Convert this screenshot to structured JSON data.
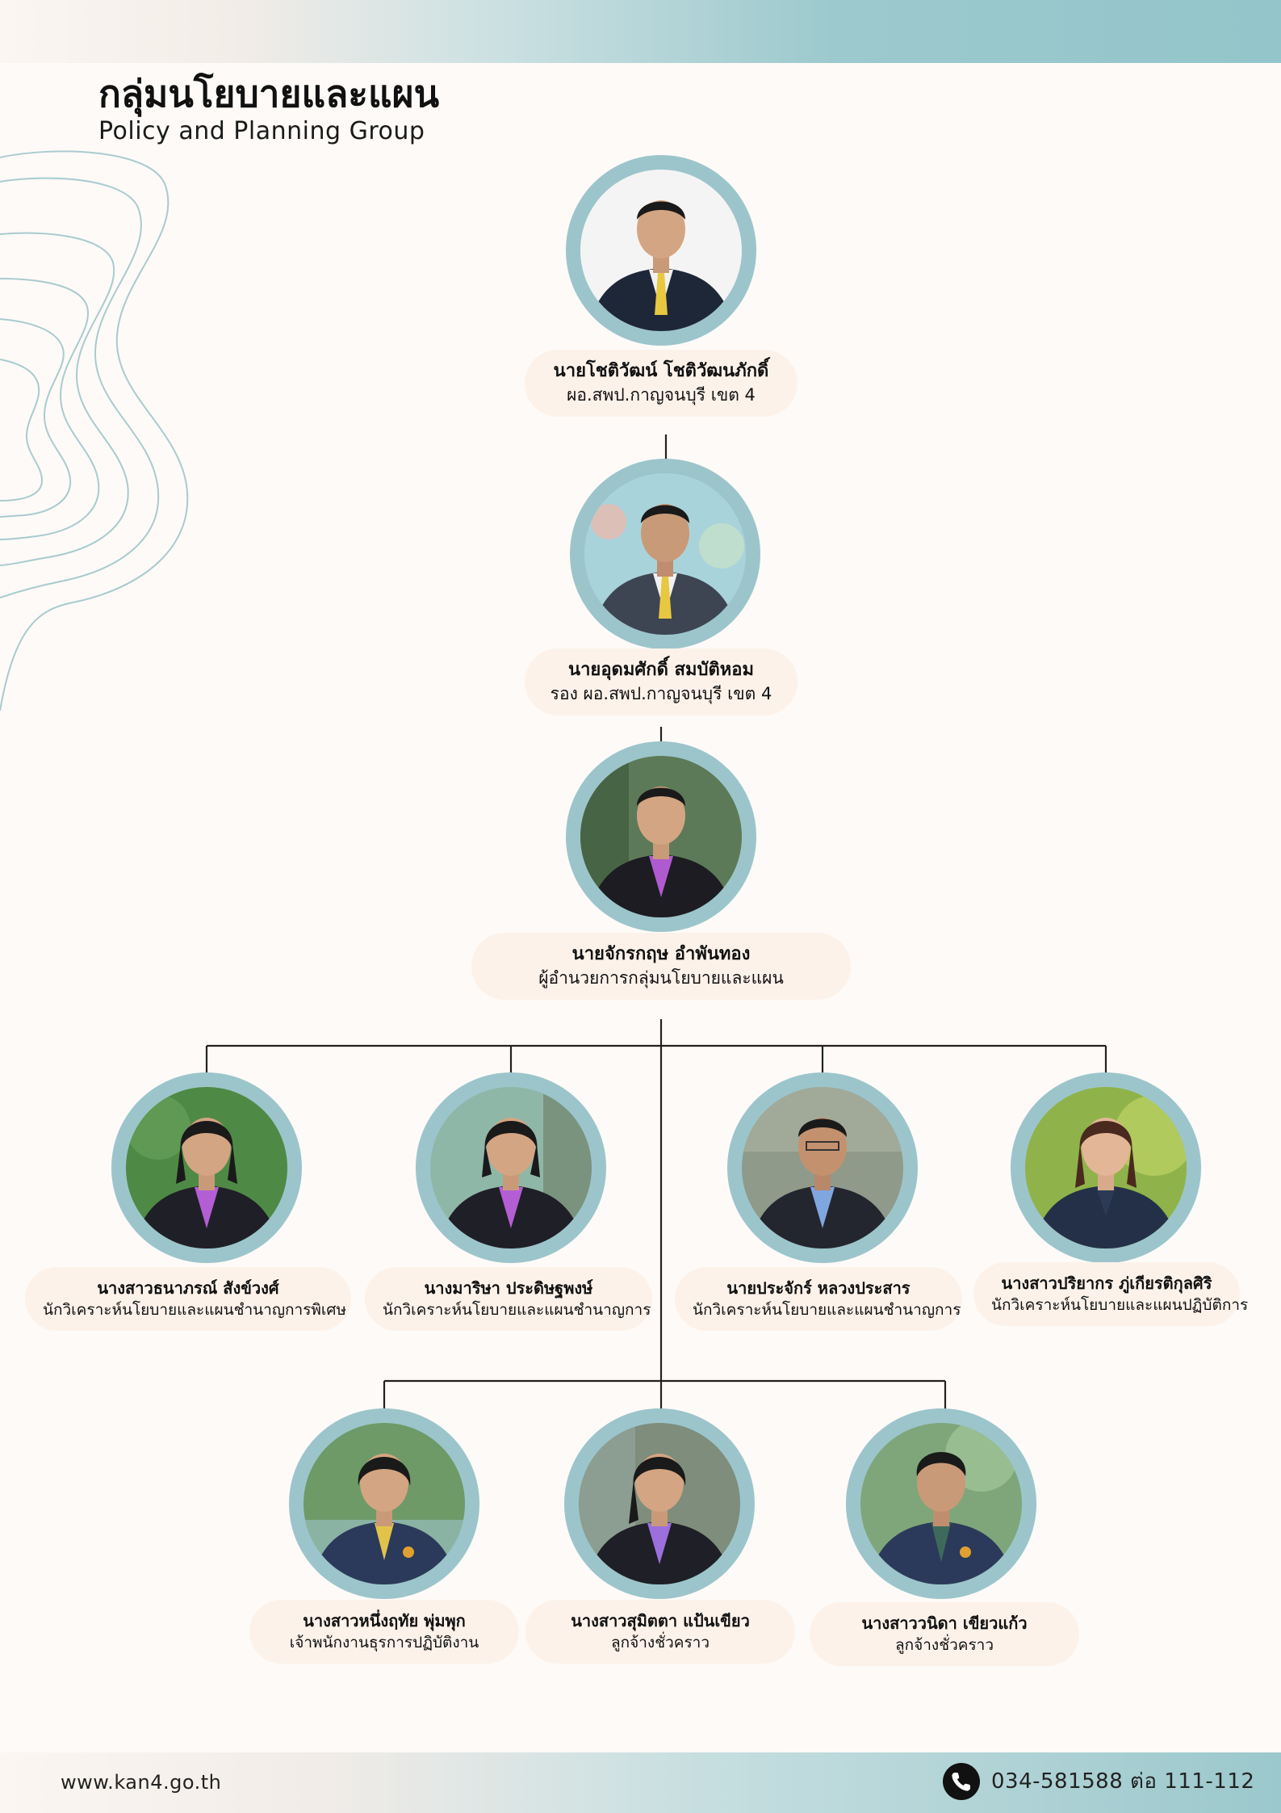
{
  "header": {
    "title_th": "กลุ่มนโยบายและแผน",
    "title_en": "Policy and Planning Group"
  },
  "people": [
    {
      "name": "นายโชติวัฒน์ โชติวัฒนภักดิ์",
      "role": "ผอ.สพป.กาญจนบุรี เขต 4"
    },
    {
      "name": "นายอุดมศักดิ์ สมบัติหอม",
      "role": "รอง ผอ.สพป.กาญจนบุรี เขต 4"
    },
    {
      "name": "นายจักรกฤษ อำพันทอง",
      "role": "ผู้อำนวยการกลุ่มนโยบายและแผน"
    },
    {
      "name": "นางสาวธนาภรณ์ สังข์วงศ์",
      "role": "นักวิเคราะห์นโยบายและแผนชำนาญการพิเศษ"
    },
    {
      "name": "นางมาริษา ประดิษฐพงษ์",
      "role": "นักวิเคราะห์นโยบายและแผนชำนาญการ"
    },
    {
      "name": "นายประจักร์ หลวงประสาร",
      "role": "นักวิเคราะห์นโยบายและแผนชำนาญการ"
    },
    {
      "name": "นางสาวปริยากร ภู่เกียรติกุลศิริ",
      "role": "นักวิเคราะห์นโยบายและแผนปฏิบัติการ"
    },
    {
      "name": "นางสาวหนึ่งฤทัย พุ่มพุก",
      "role": "เจ้าพนักงานธุรการปฏิบัติงาน"
    },
    {
      "name": "นางสาวสุมิตตา แป้นเขียว",
      "role": "ลูกจ้างชั่วคราว"
    },
    {
      "name": "นางสาววนิดา  เขียวแก้ว",
      "role": "ลูกจ้างชั่วคราว"
    }
  ],
  "footer": {
    "website": "www.kan4.go.th",
    "phone": "034-581588  ต่อ 111-112",
    "phone_icon": "phone-icon"
  },
  "colors": {
    "ring": "#9cc5cb",
    "label_bg": "#fcf2ea",
    "line": "#222222"
  }
}
